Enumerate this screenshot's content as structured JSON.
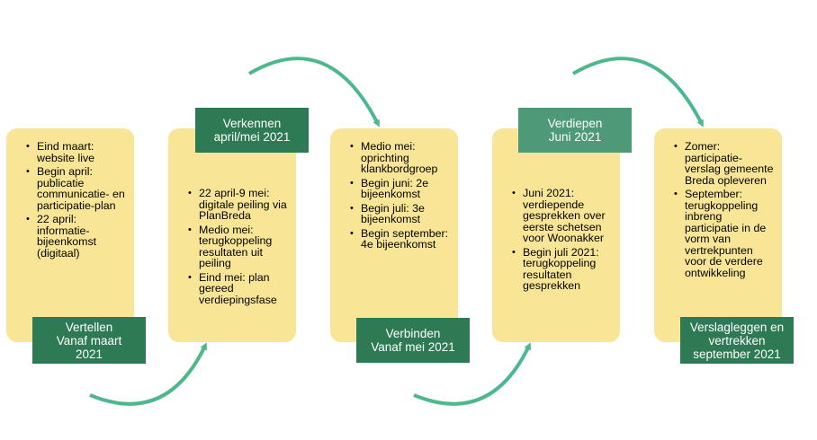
{
  "phases": [
    {
      "label_lines": [
        "Vertellen",
        "Vanaf maart",
        "2021"
      ],
      "items": [
        "Eind maart: website live",
        "Begin april: publicatie communicatie- en participatie-plan",
        "22 april: informatie-bijeenkomst (digitaal)"
      ]
    },
    {
      "label_lines": [
        "Verkennen",
        "april/mei 2021"
      ],
      "items": [
        "22 april-9 mei: digitale peiling via PlanBreda",
        "Medio mei: terugkoppeling resultaten uit peiling",
        "Eind mei: plan gereed verdiepingsfase"
      ]
    },
    {
      "label_lines": [
        "Verbinden",
        "Vanaf mei 2021"
      ],
      "items": [
        "Medio mei: oprichting klankbordgroep",
        "Begin juni: 2e bijeenkomst",
        "Begin juli: 3e bijeenkomst",
        "Begin september: 4e bijeenkomst"
      ]
    },
    {
      "label_lines": [
        "Verdiepen",
        "Juni 2021"
      ],
      "items": [
        "Juni 2021: verdiepende gesprekken over eerste schetsen voor Woonakker",
        "Begin juli 2021: terugkoppeling resultaten gesprekken"
      ]
    },
    {
      "label_lines": [
        "Verslagleggen en",
        "vertrekken",
        "september 2021"
      ],
      "items": [
        "Zomer: participatie-verslag gemeente Breda opleveren",
        "September: terugkoppeling inbreng participatie in de vorm van vertrekpunten voor de verdere ontwikkeling"
      ]
    }
  ],
  "colors": {
    "card": "#f8e596",
    "label_dark": "#2e7a55",
    "label_light": "#4e9a78",
    "arrow": "#4db88c"
  }
}
